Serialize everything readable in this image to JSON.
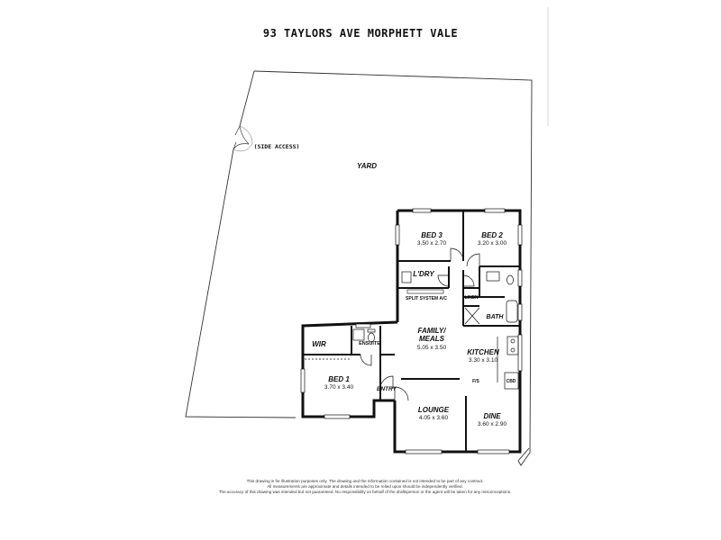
{
  "title": "93 TAYLORS AVE MORPHETT VALE",
  "yard": {
    "label": "YARD",
    "side_access": "(SIDE ACCESS)"
  },
  "rooms": {
    "bed3": {
      "name": "BED 3",
      "dims": "3.50 x 2.70"
    },
    "bed2": {
      "name": "BED 2",
      "dims": "3.20 x 3.00"
    },
    "laundry": {
      "name": "L'DRY"
    },
    "family": {
      "name_line1": "FAMILY/",
      "name_line2": "MEALS",
      "dims": "5.05 x 3.50"
    },
    "kitchen": {
      "name": "KITCHEN",
      "dims": "3.30 x 3.10"
    },
    "wir": {
      "name": "WIR"
    },
    "ensuite": {
      "name": "ENSUITE"
    },
    "bed1": {
      "name": "BED 1",
      "dims": "3.70 x 3.40"
    },
    "entry": {
      "name": "ENTRY"
    },
    "lounge": {
      "name": "LOUNGE",
      "dims": "4.05 x 3.60"
    },
    "dine": {
      "name": "DINE",
      "dims": "3.60 x 2.90"
    },
    "bath": {
      "name": "BATH"
    },
    "linen": {
      "name": "LINEN"
    }
  },
  "fixtures": {
    "split_system": "SPLIT SYSTEM A/C",
    "fs": "F/S",
    "cbd": "CBD"
  },
  "disclaimer": [
    "This drawing is for illustration purposes only. The drawing and the information contained is not intended to be part of any contract.",
    "All measurements are approximate and details intended to be relied upon should be independently verified.",
    "The accuracy of this drawing was intended but not guaranteed. No responsibility on behalf of the draftsperson or the agent will be taken for any misconceptions."
  ]
}
